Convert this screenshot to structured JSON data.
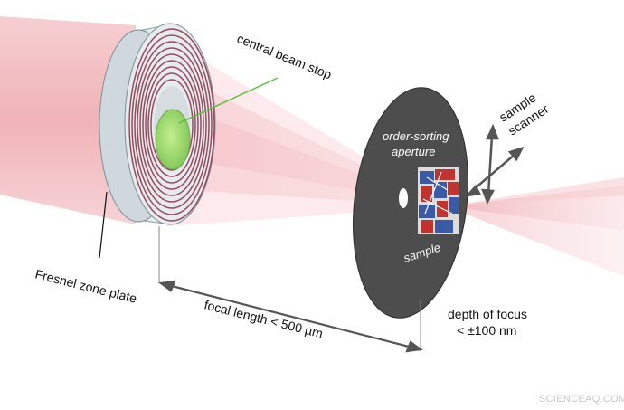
{
  "diagram": {
    "labels": {
      "central_beam_stop": "central beam stop",
      "sample_scanner_line1": "sample",
      "sample_scanner_line2": "scanner",
      "order_sorting_line1": "order-sorting",
      "order_sorting_line2": "aperture",
      "sample": "sample",
      "fresnel_zone_plate": "Fresnel zone plate",
      "focal_length": "focal length < 500 µm",
      "depth_of_focus_line1": "depth of focus",
      "depth_of_focus_line2": "<  ±100 nm"
    },
    "watermark": "SCIENCEAQ.COM",
    "colors": {
      "beam_pink": "#f3b9bd",
      "zone_plate_rim": "#dfe7ea",
      "zone_ring_red": "#9a4a5e",
      "beam_stop_green": "#9bd86d",
      "aperture_disk": "#525252",
      "sample_blue": "#3b5aa6",
      "sample_red": "#c0332e",
      "leader_green": "#5abf3a"
    }
  }
}
